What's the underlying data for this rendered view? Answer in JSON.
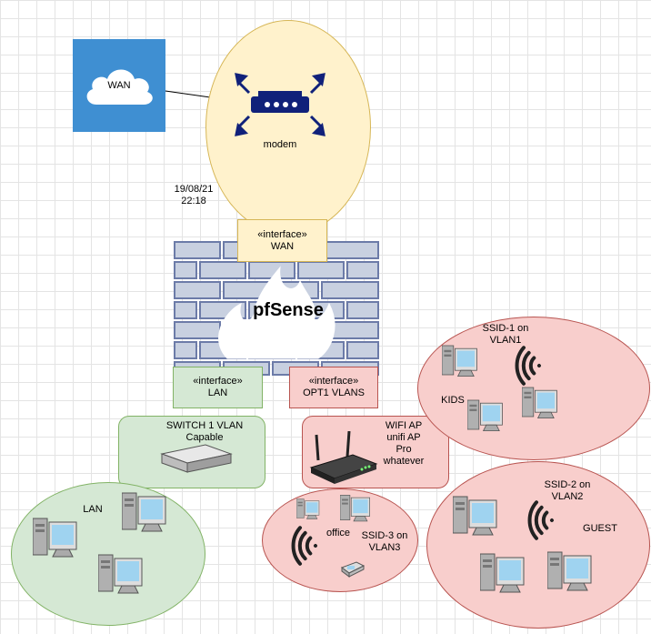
{
  "wan": {
    "label": "WAN",
    "color": "#3f8fd2"
  },
  "modem": {
    "label": "modem",
    "fill": "#fff2cc",
    "stroke": "#d6b656"
  },
  "timestamp": {
    "date": "19/08/21",
    "time": "22:18"
  },
  "firewall": {
    "title": "pfSense",
    "wall_color": "#c8d0e0",
    "wall_stroke": "#6c7ba8"
  },
  "interfaces": {
    "wan": {
      "stereotype": "«interface»",
      "name": "WAN"
    },
    "lan": {
      "stereotype": "«interface»",
      "name": "LAN"
    },
    "opt1": {
      "stereotype": "«interface»",
      "name": "OPT1 VLANS"
    }
  },
  "switch": {
    "line1": "SWITCH 1 VLAN",
    "line2": "Capable"
  },
  "lan_zone": {
    "label": "LAN"
  },
  "wifi_ap": {
    "line1": "WIFI AP",
    "line2": "unifi AP",
    "line3": "Pro",
    "line4": "whatever"
  },
  "ssid1": {
    "line1": "SSID-1 on",
    "line2": "VLAN1",
    "label": "KIDS"
  },
  "ssid2": {
    "line1": "SSID-2 on",
    "line2": "VLAN2",
    "label": "GUEST"
  },
  "ssid3": {
    "line1": "SSID-3 on",
    "line2": "VLAN3",
    "label": "office"
  },
  "colors": {
    "green_fill": "#d5e8d4",
    "green_stroke": "#82b366",
    "red_fill": "#f8cecc",
    "red_stroke": "#b85450"
  }
}
